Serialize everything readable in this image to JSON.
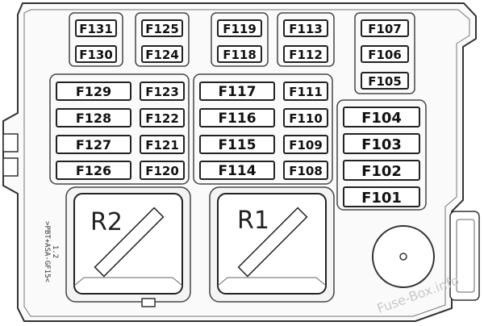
{
  "fuses": {
    "f131": "F131",
    "f130": "F130",
    "f125": "F125",
    "f124": "F124",
    "f119": "F119",
    "f118": "F118",
    "f113": "F113",
    "f112": "F112",
    "f107": "F107",
    "f106": "F106",
    "f105": "F105",
    "f129": "F129",
    "f128": "F128",
    "f127": "F127",
    "f126": "F126",
    "f123": "F123",
    "f122": "F122",
    "f121": "F121",
    "f120": "F120",
    "f117": "F117",
    "f116": "F116",
    "f115": "F115",
    "f114": "F114",
    "f111": "F111",
    "f110": "F110",
    "f109": "F109",
    "f108": "F108",
    "f104": "F104",
    "f103": "F103",
    "f102": "F102",
    "f101": "F101"
  },
  "relays": {
    "r1": "R1",
    "r2": "R2"
  },
  "side_label": {
    "line1": ">PBT+ASA-GF15<",
    "line2": "1.2"
  },
  "watermark": "Fuse-Box.info",
  "colors": {
    "line": "#333333",
    "outline": "#555555",
    "fill": "#ffffff",
    "watermark": "#c8c8c8"
  }
}
